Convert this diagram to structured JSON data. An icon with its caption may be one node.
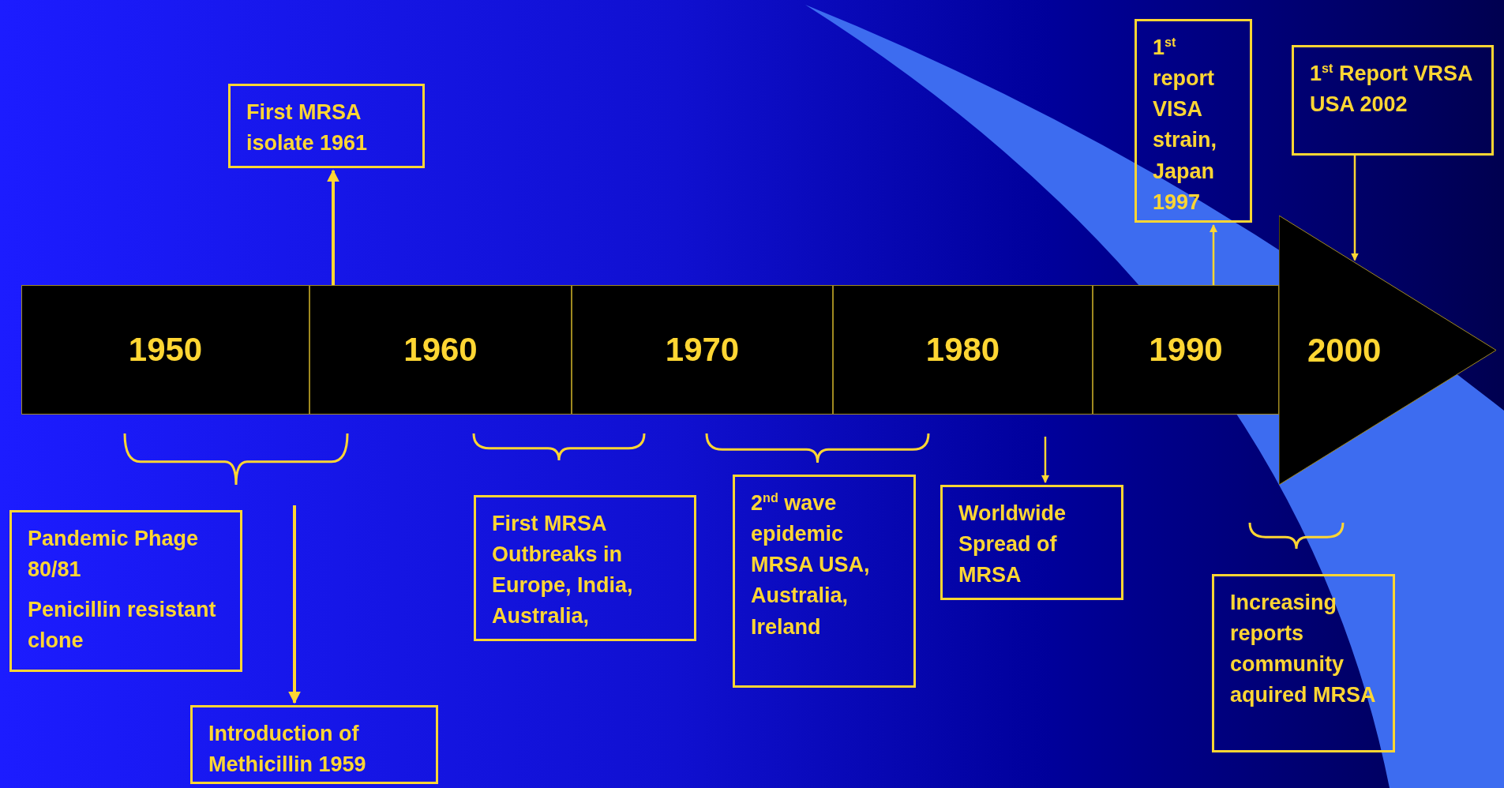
{
  "diagram": {
    "nodes": [
      {
        "text": [
          "1950"
        ]
      },
      {
        "text": [
          "1960"
        ]
      },
      {
        "text": [
          "1970"
        ]
      },
      {
        "text": [
          "1980"
        ]
      },
      {
        "text": [
          "1990"
        ]
      },
      {
        "text": [
          "2000"
        ]
      },
      {
        "text": [
          "First MRSA isolate 1961"
        ]
      },
      {
        "text": [
          "1$^{st}$ report VISA strain, Japan 1997"
        ]
      },
      {
        "text": [
          "1$^{st}$ Report VRSA USA 2002"
        ]
      },
      {
        "text": [
          "Pandemic Phage 80/81",
          "Penicillin resistant clone"
        ]
      },
      {
        "text": [
          "Introduction of Methicillin 1959"
        ]
      },
      {
        "text": [
          "First MRSA Outbreaks in Europe, India, Australia,"
        ]
      },
      {
        "text": [
          "2$^{nd}$ wave epidemic MRSA USA, Australia, Ireland"
        ]
      },
      {
        "text": [
          "Worldwide Spread of MRSA"
        ]
      },
      {
        "text": [
          "Increasing reports community aquired MRSA"
        ]
      }
    ],
    "edges": [
      {
        "from": 1,
        "to": 6,
        "arrow": "to"
      },
      {
        "from": null,
        "to": 10,
        "arrow": "to"
      },
      {
        "from": null,
        "to": 13,
        "arrow": "to"
      },
      {
        "from": 4,
        "to": 7,
        "arrow": "to"
      },
      {
        "from": 8,
        "to": 5,
        "arrow": "to"
      }
    ]
  }
}
